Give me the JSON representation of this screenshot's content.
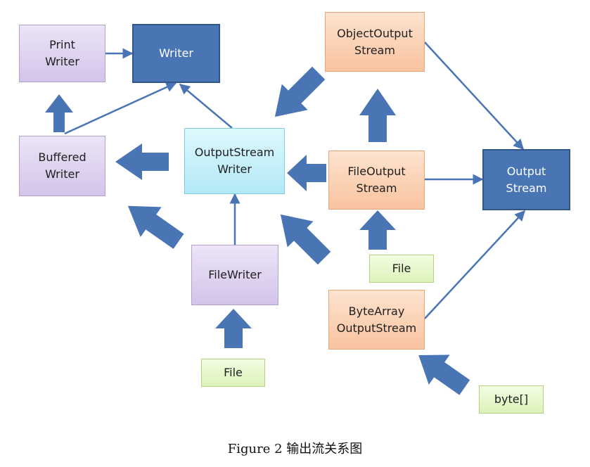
{
  "nodes": {
    "print_writer": "Print\nWriter",
    "writer": "Writer",
    "buffered_writer": "Buffered\nWriter",
    "outputstream_writer": "OutputStream\nWriter",
    "file_writer": "FileWriter",
    "file_left": "File",
    "object_output_stream": "ObjectOutput\nStream",
    "file_output_stream": "FileOutput\nStream",
    "output_stream": "Output\nStream",
    "file_right": "File",
    "byte_array_output_stream": "ByteArray\nOutputStream",
    "byte_array": "byte[]"
  },
  "caption": "Figure 2 输出流关系图",
  "colors": {
    "lavender": "#d9cbee",
    "blue": "#4a75b5",
    "cyan": "#c7f0fb",
    "peach": "#fbd0b2",
    "green": "#e6f6cb",
    "arrow": "#4a75b5"
  }
}
